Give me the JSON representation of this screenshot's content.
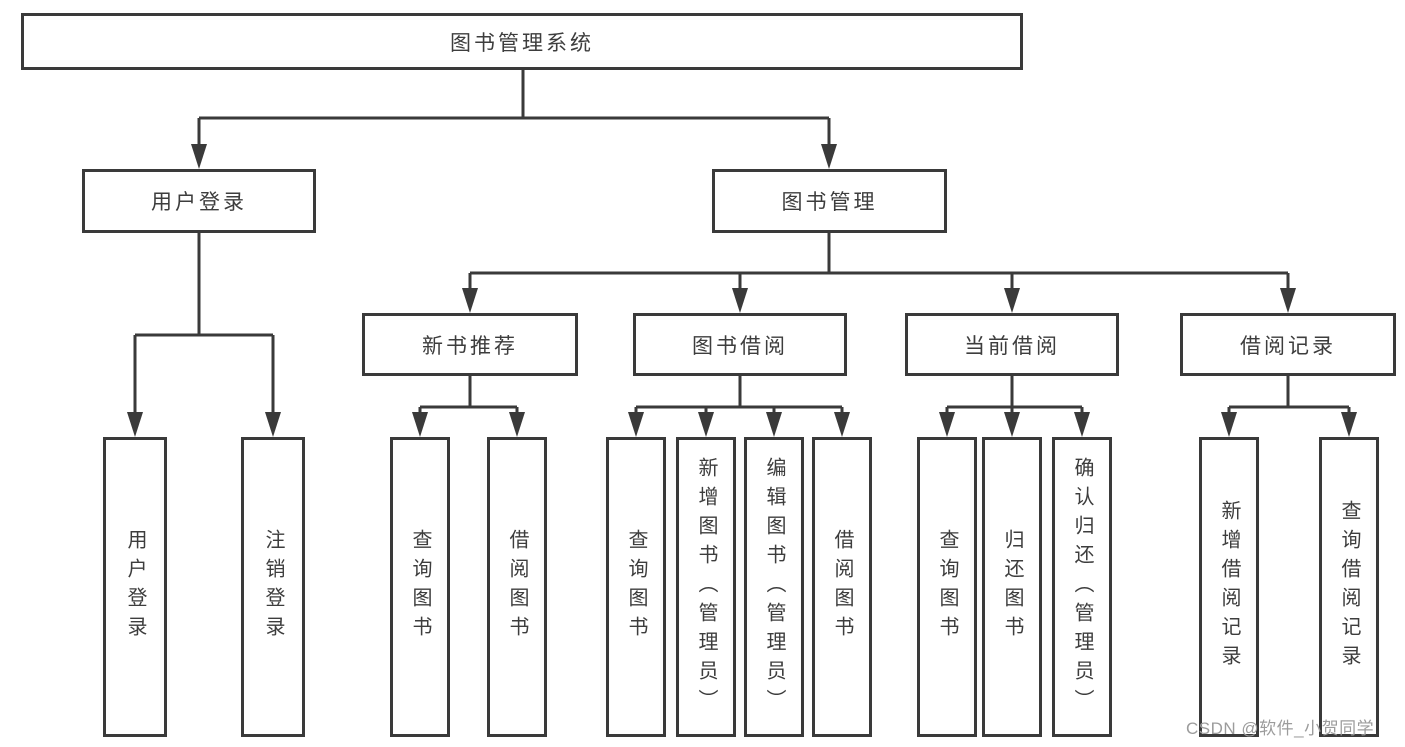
{
  "diagram": {
    "root": "图书管理系统",
    "level2": [
      "用户登录",
      "图书管理"
    ],
    "level3": [
      "新书推荐",
      "图书借阅",
      "当前借阅",
      "借阅记录"
    ],
    "leaves": {
      "user_login": [
        "用户登录",
        "注销登录"
      ],
      "new_book_recommend": [
        "查询图书",
        "借阅图书"
      ],
      "book_borrow": [
        "查询图书",
        "新增图书（管理员）",
        "编辑图书（管理员）",
        "借阅图书"
      ],
      "current_borrow": [
        "查询图书",
        "归还图书",
        "确认归还（管理员）"
      ],
      "borrow_records": [
        "新增借阅记录",
        "查询借阅记录"
      ]
    },
    "colors": {
      "line": "#3a3a3a",
      "box_fill": "#ffffff",
      "text": "#3d3d3d",
      "watermark": "#9c9c9c"
    }
  },
  "watermark": "CSDN @软件_小贺同学"
}
